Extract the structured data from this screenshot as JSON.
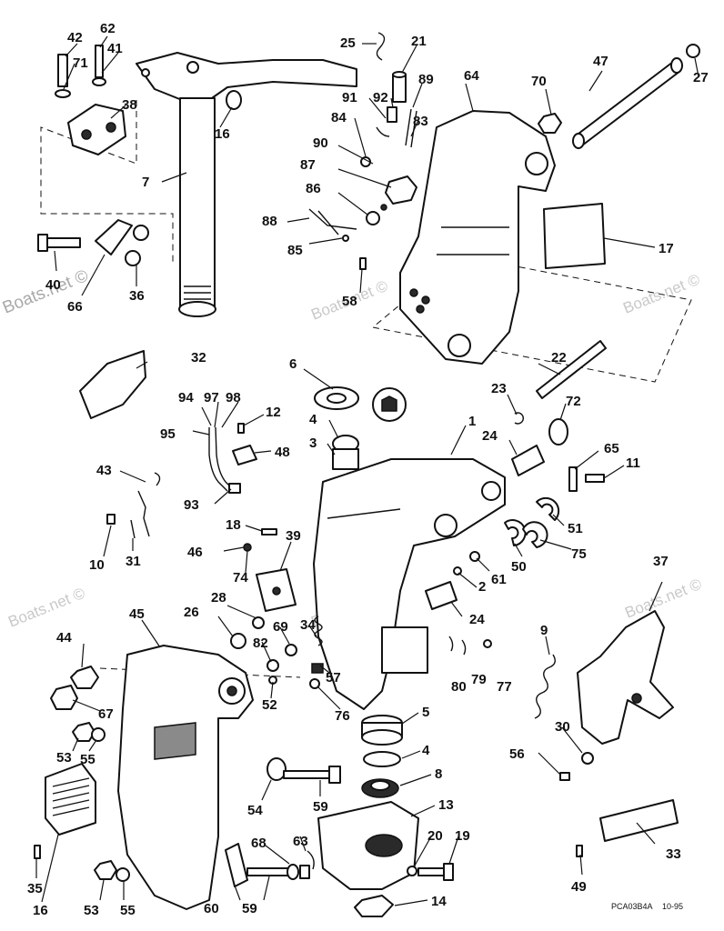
{
  "watermark": "Boats.net ©",
  "drawing_code": "PCA03B4A",
  "drawing_date": "10-95",
  "callouts": [
    {
      "id": "c1",
      "label": "1"
    },
    {
      "id": "c2",
      "label": "2"
    },
    {
      "id": "c3",
      "label": "3"
    },
    {
      "id": "c4a",
      "label": "4"
    },
    {
      "id": "c4b",
      "label": "4"
    },
    {
      "id": "c5",
      "label": "5"
    },
    {
      "id": "c6",
      "label": "6"
    },
    {
      "id": "c7",
      "label": "7"
    },
    {
      "id": "c8",
      "label": "8"
    },
    {
      "id": "c9",
      "label": "9"
    },
    {
      "id": "c10",
      "label": "10"
    },
    {
      "id": "c11",
      "label": "11"
    },
    {
      "id": "c12",
      "label": "12"
    },
    {
      "id": "c13",
      "label": "13"
    },
    {
      "id": "c14",
      "label": "14"
    },
    {
      "id": "c16a",
      "label": "16"
    },
    {
      "id": "c16b",
      "label": "16"
    },
    {
      "id": "c17",
      "label": "17"
    },
    {
      "id": "c18",
      "label": "18"
    },
    {
      "id": "c19",
      "label": "19"
    },
    {
      "id": "c20",
      "label": "20"
    },
    {
      "id": "c21",
      "label": "21"
    },
    {
      "id": "c22",
      "label": "22"
    },
    {
      "id": "c23",
      "label": "23"
    },
    {
      "id": "c24a",
      "label": "24"
    },
    {
      "id": "c24b",
      "label": "24"
    },
    {
      "id": "c25",
      "label": "25"
    },
    {
      "id": "c26",
      "label": "26"
    },
    {
      "id": "c27",
      "label": "27"
    },
    {
      "id": "c28",
      "label": "28"
    },
    {
      "id": "c30",
      "label": "30"
    },
    {
      "id": "c31",
      "label": "31"
    },
    {
      "id": "c32",
      "label": "32"
    },
    {
      "id": "c33",
      "label": "33"
    },
    {
      "id": "c34",
      "label": "34"
    },
    {
      "id": "c35",
      "label": "35"
    },
    {
      "id": "c36",
      "label": "36"
    },
    {
      "id": "c37",
      "label": "37"
    },
    {
      "id": "c38",
      "label": "38"
    },
    {
      "id": "c39",
      "label": "39"
    },
    {
      "id": "c40",
      "label": "40"
    },
    {
      "id": "c41",
      "label": "41"
    },
    {
      "id": "c42",
      "label": "42"
    },
    {
      "id": "c43",
      "label": "43"
    },
    {
      "id": "c44",
      "label": "44"
    },
    {
      "id": "c45",
      "label": "45"
    },
    {
      "id": "c46",
      "label": "46"
    },
    {
      "id": "c47",
      "label": "47"
    },
    {
      "id": "c48",
      "label": "48"
    },
    {
      "id": "c49",
      "label": "49"
    },
    {
      "id": "c50",
      "label": "50"
    },
    {
      "id": "c51",
      "label": "51"
    },
    {
      "id": "c52",
      "label": "52"
    },
    {
      "id": "c53a",
      "label": "53"
    },
    {
      "id": "c53b",
      "label": "53"
    },
    {
      "id": "c54",
      "label": "54"
    },
    {
      "id": "c55a",
      "label": "55"
    },
    {
      "id": "c55b",
      "label": "55"
    },
    {
      "id": "c56",
      "label": "56"
    },
    {
      "id": "c57",
      "label": "57"
    },
    {
      "id": "c58",
      "label": "58"
    },
    {
      "id": "c59a",
      "label": "59"
    },
    {
      "id": "c59b",
      "label": "59"
    },
    {
      "id": "c60",
      "label": "60"
    },
    {
      "id": "c61",
      "label": "61"
    },
    {
      "id": "c62",
      "label": "62"
    },
    {
      "id": "c63",
      "label": "63"
    },
    {
      "id": "c64",
      "label": "64"
    },
    {
      "id": "c65",
      "label": "65"
    },
    {
      "id": "c66",
      "label": "66"
    },
    {
      "id": "c67",
      "label": "67"
    },
    {
      "id": "c68",
      "label": "68"
    },
    {
      "id": "c69",
      "label": "69"
    },
    {
      "id": "c70",
      "label": "70"
    },
    {
      "id": "c71",
      "label": "71"
    },
    {
      "id": "c72",
      "label": "72"
    },
    {
      "id": "c74",
      "label": "74"
    },
    {
      "id": "c75",
      "label": "75"
    },
    {
      "id": "c76",
      "label": "76"
    },
    {
      "id": "c77",
      "label": "77"
    },
    {
      "id": "c79",
      "label": "79"
    },
    {
      "id": "c80",
      "label": "80"
    },
    {
      "id": "c82",
      "label": "82"
    },
    {
      "id": "c83",
      "label": "83"
    },
    {
      "id": "c84",
      "label": "84"
    },
    {
      "id": "c85",
      "label": "85"
    },
    {
      "id": "c86",
      "label": "86"
    },
    {
      "id": "c87",
      "label": "87"
    },
    {
      "id": "c88",
      "label": "88"
    },
    {
      "id": "c89",
      "label": "89"
    },
    {
      "id": "c90",
      "label": "90"
    },
    {
      "id": "c91",
      "label": "91"
    },
    {
      "id": "c92",
      "label": "92"
    },
    {
      "id": "c93",
      "label": "93"
    },
    {
      "id": "c94",
      "label": "94"
    },
    {
      "id": "c95",
      "label": "95"
    },
    {
      "id": "c97",
      "label": "97"
    },
    {
      "id": "c98",
      "label": "98"
    }
  ]
}
